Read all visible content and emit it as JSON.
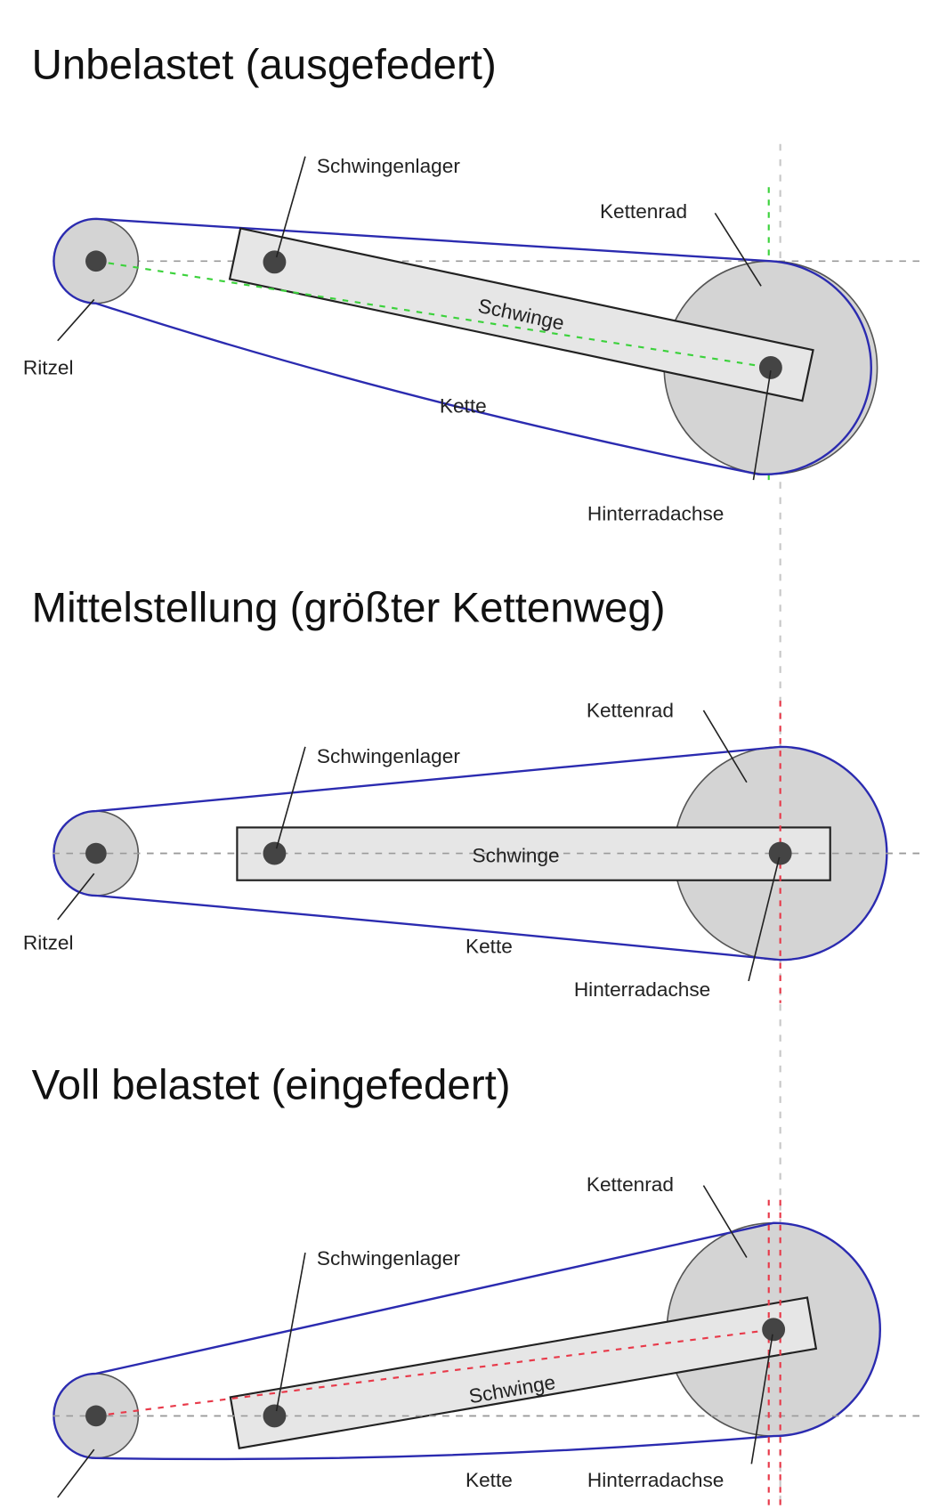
{
  "panels": [
    {
      "title": "Unbelastet (ausgefedert)",
      "labels": {
        "swingarm_pivot": "Schwingenlager",
        "sprocket": "Kettenrad",
        "pinion": "Ritzel",
        "chain": "Kette",
        "swingarm": "Schwinge",
        "rear_axle": "Hinterradachse"
      }
    },
    {
      "title": "Mittelstellung (größter Kettenweg)",
      "labels": {
        "swingarm_pivot": "Schwingenlager",
        "sprocket": "Kettenrad",
        "pinion": "Ritzel",
        "chain": "Kette",
        "swingarm": "Schwinge",
        "rear_axle": "Hinterradachse"
      }
    },
    {
      "title": "Voll belastet (eingefedert)",
      "labels": {
        "swingarm_pivot": "Schwingenlager",
        "sprocket": "Kettenrad",
        "chain": "Kette",
        "swingarm": "Schwinge",
        "rear_axle": "Hinterradachse"
      }
    }
  ],
  "colors": {
    "chain": "#2b2bb0",
    "unloaded_line": "#3cd23c",
    "loaded_line": "#e83a4a",
    "wheel": "#d4d4d4"
  }
}
